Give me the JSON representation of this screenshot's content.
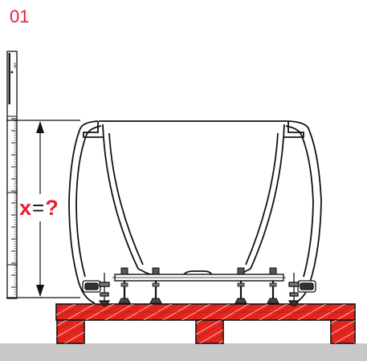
{
  "step_number": "01",
  "measurement": {
    "variable": "x",
    "equals": "=",
    "unknown": "?"
  },
  "ruler_unit": "cm",
  "colors": {
    "accent": "#e41f35",
    "pallet": "#e4261d",
    "floor": "#c8c8c8",
    "line": "#111111"
  }
}
